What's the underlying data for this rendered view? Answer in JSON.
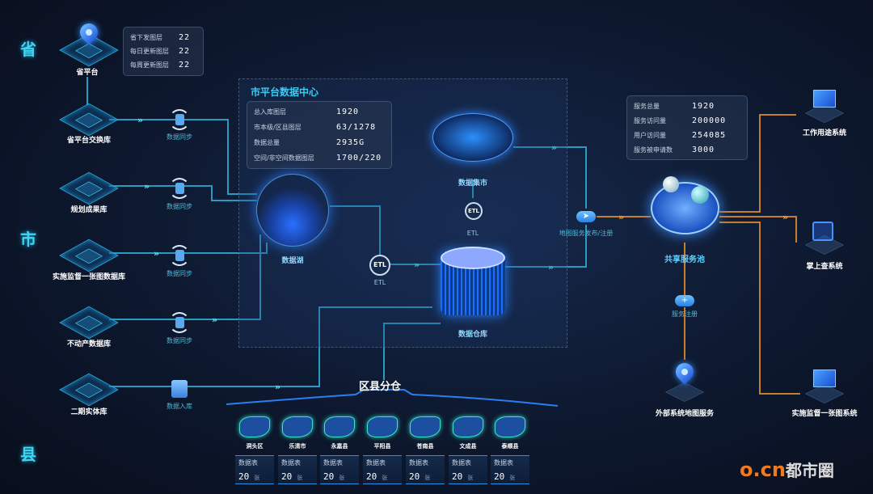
{
  "tiers": {
    "province": "省",
    "city": "市",
    "county": "县"
  },
  "province_platform": {
    "label": "省平台",
    "stats": [
      {
        "label": "省下发图层",
        "value": "22"
      },
      {
        "label": "每日更新图层",
        "value": "22"
      },
      {
        "label": "每周更新图层",
        "value": "22"
      }
    ]
  },
  "sources": [
    {
      "label": "省平台交换库",
      "action": "数据同步"
    },
    {
      "label": "规划成果库",
      "action": "数据同步"
    },
    {
      "label": "实施监督一张图数据库",
      "action": "数据同步"
    },
    {
      "label": "不动产数据库",
      "action": "数据同步"
    },
    {
      "label": "二期实体库",
      "action": "数据入库"
    }
  ],
  "city_center": {
    "title": "市平台数据中心",
    "stats": [
      {
        "label": "总入库图层",
        "value": "1920"
      },
      {
        "label": "市本级/区县图层",
        "value": "63/1278"
      },
      {
        "label": "数据总量",
        "value": "2935G"
      },
      {
        "label": "空间/非空间数据图层",
        "value": "1700/220"
      }
    ],
    "lake": "数据湖",
    "warehouse": "数据仓库",
    "mart": "数据集市",
    "etl1": "ETL",
    "etl2": "ETL",
    "etl_badge": "ETL"
  },
  "publish": "地图服务发布/注册",
  "pool": {
    "label": "共享服务池",
    "stats": [
      {
        "label": "服务总量",
        "value": "1920"
      },
      {
        "label": "服务访问量",
        "value": "200000"
      },
      {
        "label": "用户访问量",
        "value": "254085"
      },
      {
        "label": "服务被申请数",
        "value": "3000"
      }
    ]
  },
  "consumers": [
    "工作用途系统",
    "掌上查系统",
    "实施监督一张图系统"
  ],
  "register": "服务注册",
  "external": "外部系统地图服务",
  "county_warehouse": {
    "title": "区县分仓",
    "items": [
      {
        "name": "洞头区",
        "label": "数据表",
        "count": "20",
        "unit": "张"
      },
      {
        "name": "乐清市",
        "label": "数据表",
        "count": "20",
        "unit": "张"
      },
      {
        "name": "永嘉县",
        "label": "数据表",
        "count": "20",
        "unit": "张"
      },
      {
        "name": "平阳县",
        "label": "数据表",
        "count": "20",
        "unit": "张"
      },
      {
        "name": "苍南县",
        "label": "数据表",
        "count": "20",
        "unit": "张"
      },
      {
        "name": "文成县",
        "label": "数据表",
        "count": "20",
        "unit": "张"
      },
      {
        "name": "泰顺县",
        "label": "数据表",
        "count": "20",
        "unit": "张"
      }
    ]
  },
  "logo": {
    "mark": "o.cn",
    "text": "都市圈"
  },
  "colors": {
    "cyan": "#3fd6f0",
    "orange": "#e8902a",
    "bg": "#0b1324"
  }
}
